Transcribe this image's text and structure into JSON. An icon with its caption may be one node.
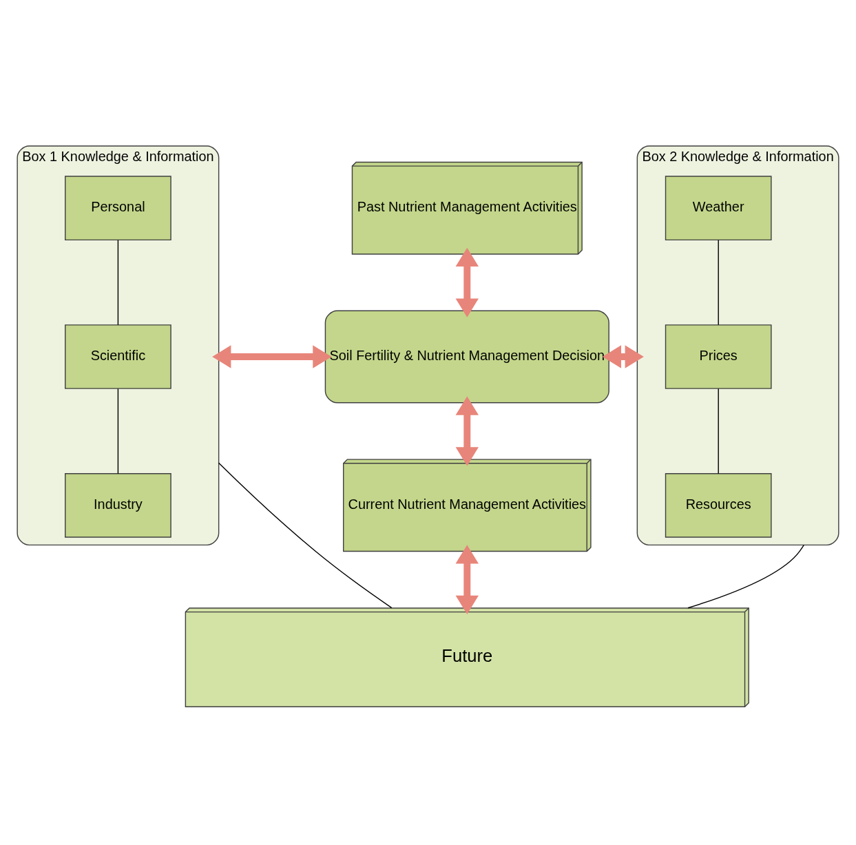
{
  "diagram": {
    "nodes": [
      {
        "text": [
          "Box 1 Knowledge & Information"
        ]
      },
      {
        "text": [
          "Personal"
        ],
        "in": 0
      },
      {
        "text": [
          "Scientific"
        ],
        "in": 0
      },
      {
        "text": [
          "Industry"
        ],
        "in": 0
      },
      {
        "text": [
          "Past Nutrient Management Activities"
        ]
      },
      {
        "text": [
          "Soil Fertility & Nutrient Management Decision"
        ]
      },
      {
        "text": [
          "Box 2 Knowledge & Information"
        ]
      },
      {
        "text": [
          "Weather"
        ],
        "in": 6
      },
      {
        "text": [
          "Prices"
        ],
        "in": 6
      },
      {
        "text": [
          "Resources"
        ],
        "in": 6
      },
      {
        "text": [
          "Current Nutrient Management Activities"
        ]
      },
      {
        "text": [
          "Future"
        ]
      }
    ],
    "edges": [
      {
        "from": 1,
        "to": 2,
        "arrow": "none"
      },
      {
        "from": 2,
        "to": 3,
        "arrow": "none"
      },
      {
        "from": 7,
        "to": 8,
        "arrow": "none"
      },
      {
        "from": 8,
        "to": 9,
        "arrow": "none"
      },
      {
        "from": 4,
        "to": 5,
        "arrow": "both",
        "style": "thick",
        "color": "#e8857a"
      },
      {
        "from": 0,
        "to": 5,
        "arrow": "both",
        "style": "thick",
        "color": "#e8857a"
      },
      {
        "from": 5,
        "to": 6,
        "arrow": "both",
        "style": "thick",
        "color": "#e8857a"
      },
      {
        "from": 5,
        "to": 10,
        "arrow": "both",
        "style": "thick",
        "color": "#e8857a"
      },
      {
        "from": 10,
        "to": 11,
        "arrow": "both",
        "style": "thick",
        "color": "#e8857a"
      },
      {
        "from": 0,
        "to": 11,
        "arrow": "none"
      },
      {
        "from": 6,
        "to": 11,
        "arrow": "none"
      }
    ]
  }
}
